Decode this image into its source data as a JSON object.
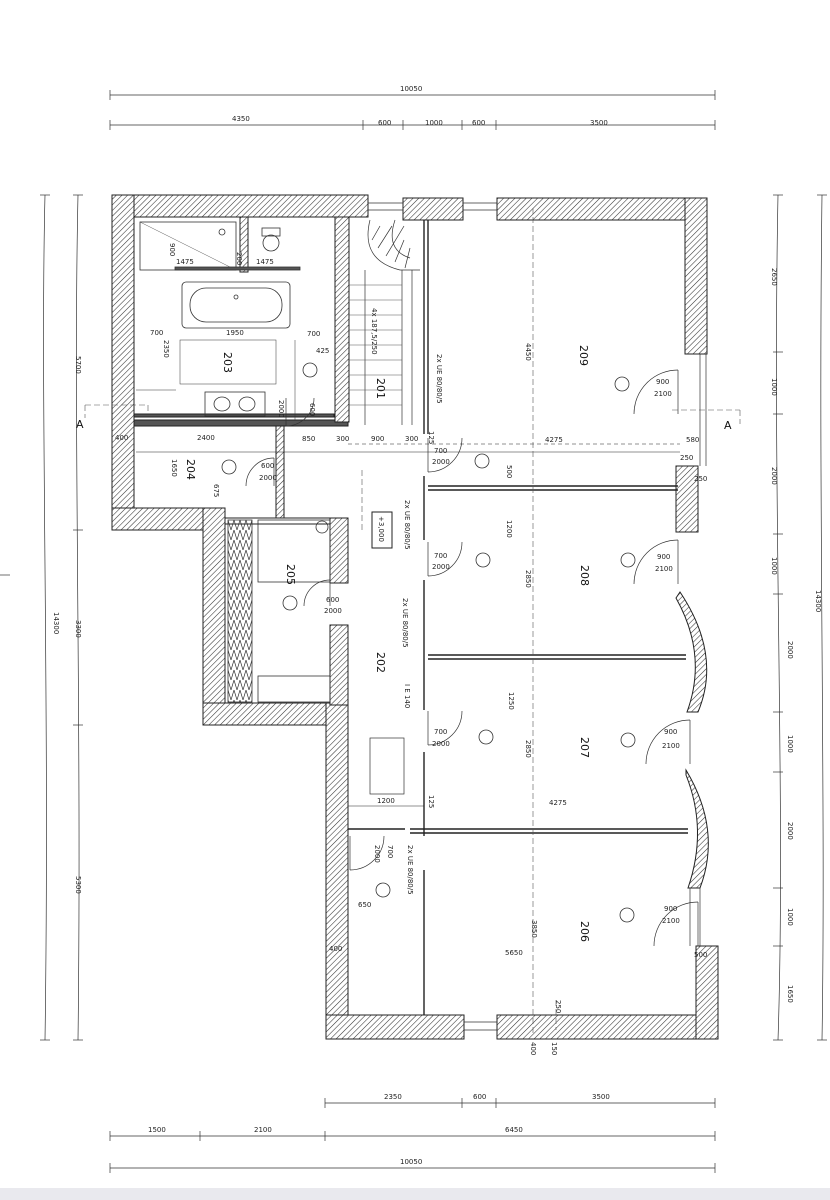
{
  "dims": {
    "top_total": "10050",
    "top_segments": [
      "4350",
      "600",
      "1000",
      "600",
      "3500"
    ],
    "bottom_total": "10050",
    "bottom_row1": [
      "2350",
      "600",
      "3500"
    ],
    "bottom_row2": [
      "1500",
      "2100",
      "6450"
    ],
    "left_total": "14300",
    "left_segments": [
      "5700",
      "3300",
      "5300"
    ],
    "right_total": "14300",
    "right_segments": [
      "2650",
      "1000",
      "2000",
      "1000",
      "2000",
      "1000",
      "2000",
      "1000",
      "1650"
    ]
  },
  "section_marks": {
    "left": "A",
    "right": "A"
  },
  "level": "+3,000",
  "rooms": {
    "r201": "201",
    "r202": "202",
    "r203": "203",
    "r204": "204",
    "r205": "205",
    "r206": "206",
    "r207": "207",
    "r208": "208",
    "r209": "209"
  },
  "labels": {
    "d900a": "900",
    "d1475a": "1475",
    "d200": "200",
    "d1475b": "1475",
    "d700a": "700",
    "d1950": "1950",
    "d700b": "700",
    "d2350": "2350",
    "d425": "425",
    "d2000a": "2000",
    "d600a": "600",
    "d400a": "400",
    "d2400": "2400",
    "d850": "850",
    "d300a": "300",
    "d900b": "900",
    "d300b": "300",
    "d125a": "125",
    "d1650": "1650",
    "d675": "675",
    "d600b": "600",
    "d2000b": "2000",
    "d700c": "700",
    "d2000c": "2000",
    "d4275a": "4275",
    "d500a": "500",
    "d580": "580",
    "d250a": "250",
    "d250b": "250",
    "d4450": "4450",
    "d900c": "900",
    "d2100a": "2100",
    "d1200a": "1200",
    "d700d": "700",
    "d2000d": "2000",
    "d2850a": "2850",
    "d900d": "900",
    "d2100b": "2100",
    "d600c": "600",
    "d2000e": "2000",
    "d1250": "1250",
    "d700e": "700",
    "d2000f": "2000",
    "d2850b": "2850",
    "d900e": "900",
    "d2100c": "2100",
    "d1200b": "1200",
    "d125b": "125",
    "d4275b": "4275",
    "d700f": "700",
    "d2000g": "2000",
    "d650": "650",
    "d400b": "400",
    "d3850": "3850",
    "d900f": "900",
    "d2100d": "2100",
    "d5650": "5650",
    "d500b": "500",
    "d250c": "250",
    "d400c": "400",
    "d150": "150",
    "lintel1": "2x  UE 80/80/5",
    "lintel2": "2x  UE 80/80/5",
    "lintel3": "2x  UE 80/80/5",
    "lintel4": "2x  UE 80/80/5",
    "beam": "I  E 140",
    "stair": "4x 187,5/250"
  }
}
